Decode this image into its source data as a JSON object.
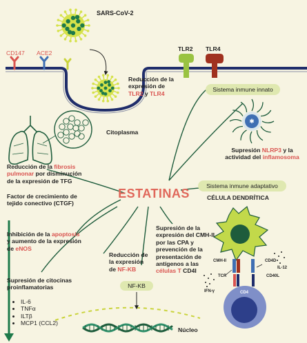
{
  "virus_label": "SARS-CoV-2",
  "receptors": [
    "CD147",
    "ACE2",
    "TLR2",
    "TLR4"
  ],
  "tlr_reduction": {
    "line1": "Reducción de la",
    "line2": "expresión de",
    "tlr2": "TLR2",
    "y": " y ",
    "tlr4": "TLR4"
  },
  "innate_pill": "Sistema inmune innato",
  "cytoplasm_label": "Citoplasma",
  "nlrp3": {
    "line1a": "Supresión ",
    "nlrp3": "NLRP3",
    "line1b": " y la",
    "line2a": "actividad del ",
    "inflamosoma": "inflamosoma"
  },
  "fibrosis": {
    "line1a": "Reducción de la ",
    "fibrosis": "fibrosis",
    "pulmonar": "pulmonar",
    "line2b": " por disminución",
    "line3": "de la expresión de TFG"
  },
  "ctgf": {
    "line1": "Factor de crecimiento de",
    "line2": "tejido conectivo (CTGF)"
  },
  "center_label": "ESTATINAS",
  "adaptive_pill": "Sistema inmune adaptativo",
  "dendritic_label": "CÉLULA DENDRÍTICA",
  "apoptosis": {
    "line1a": "Inhibición de la ",
    "apoptosis": "apoptosis",
    "line2": "y aumento de la expresión",
    "line3a": "de ",
    "enos": "eNOS"
  },
  "mhc": {
    "line1": "Supresión de la",
    "line2": "expresión del CMH-II",
    "line3": "por las CPA y",
    "line4": "prevención de la",
    "line5": "presentación de",
    "line6": "antígenos a las",
    "celulas_t": "células T",
    "cd4": " CD4I"
  },
  "nfkb_text": {
    "line1": "Reducción de",
    "line2": "la expresión",
    "line3a": "de ",
    "nfkb": "NF-KB"
  },
  "cytokines_title": {
    "line1": "Supresión de citocinas",
    "line2": "proinflamatorias"
  },
  "cytokines": [
    "IL-6",
    "TNFα",
    "ILTβ",
    "MCP1 (CCL2)"
  ],
  "nfkb_pill": "NF-KB",
  "nucleus_label": "Núcleo",
  "cell_labels": {
    "cmh": "CMH-II",
    "tcr": "TCR",
    "cd4d": "CD4D",
    "il12": "IL-12",
    "cd40l": "CD40L",
    "ifn": "IFN-γ",
    "cd4": "CD4"
  },
  "colors": {
    "background": "#f7f4e2",
    "membrane": "#1f2d6b",
    "accent_red": "#d9534f",
    "virus": "#d6e24a",
    "virus_core": "#1e7a4a",
    "pill": "#dfe8b0",
    "dark_green": "#1e5c3c",
    "tlr2": "#9ac342",
    "tlr4": "#a0311f",
    "tcell": "#7f8fc8"
  }
}
